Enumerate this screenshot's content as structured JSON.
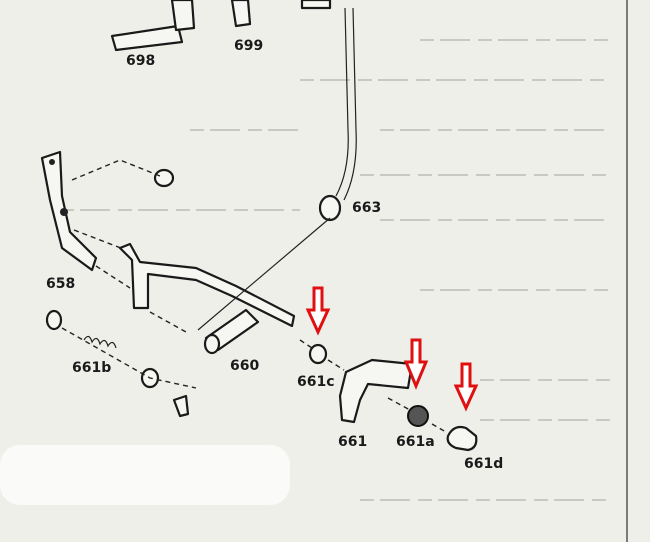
{
  "diagram": {
    "type": "exploded-parts-diagram",
    "parts": [
      {
        "id": "698",
        "label": "698"
      },
      {
        "id": "699",
        "label": "699"
      },
      {
        "id": "663",
        "label": "663"
      },
      {
        "id": "658",
        "label": "658"
      },
      {
        "id": "660",
        "label": "660"
      },
      {
        "id": "661b",
        "label": "661b"
      },
      {
        "id": "661c",
        "label": "661c",
        "highlighted": true
      },
      {
        "id": "661",
        "label": "661"
      },
      {
        "id": "661a",
        "label": "661a",
        "highlighted": true
      },
      {
        "id": "661d",
        "label": "661d",
        "highlighted": true
      }
    ],
    "highlight_color": "#e01010"
  }
}
